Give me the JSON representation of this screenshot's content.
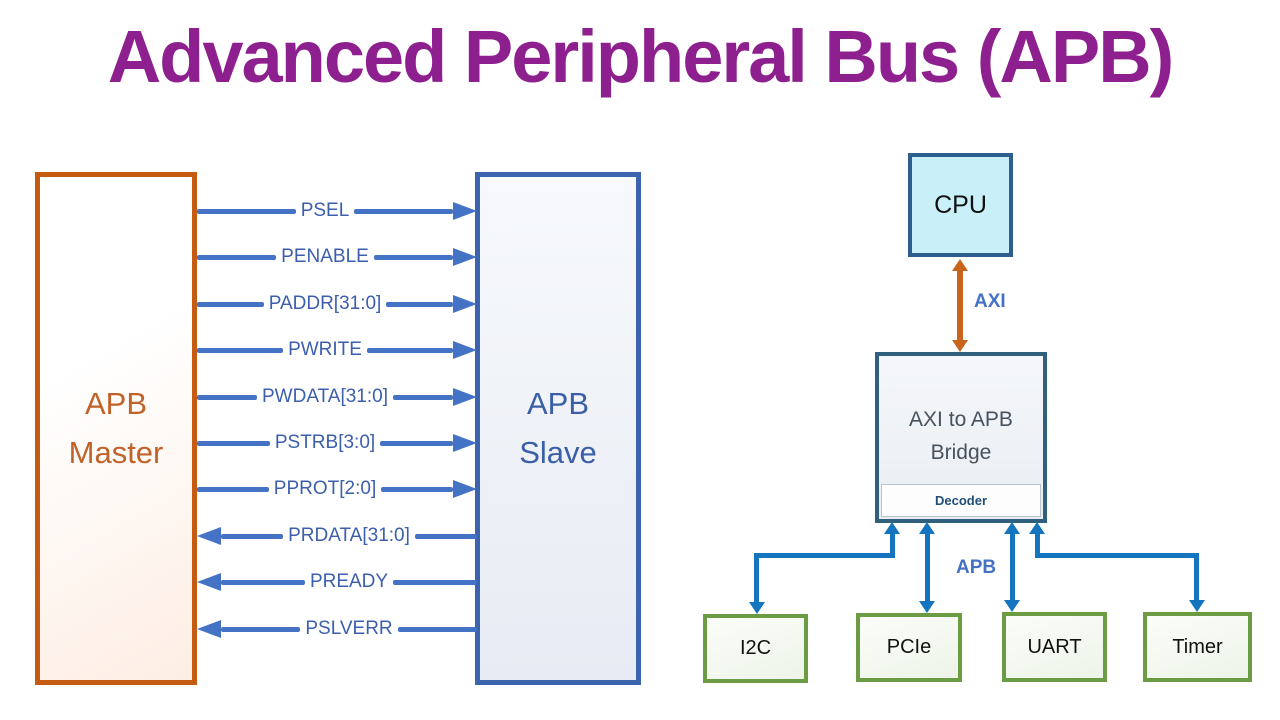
{
  "title": "Advanced Peripheral Bus (APB)",
  "colors": {
    "title_purple": "#8e1f8e",
    "master_orange": "#c55a11",
    "signal_blue": "#4472c4",
    "slave_blue": "#3b63ae",
    "soc_connector_blue": "#1475be",
    "axi_arrow_orange": "#c8641c",
    "cpu_fill_cyan": "#c9f0f8",
    "peripheral_green": "#6b9c43"
  },
  "apb_channel": {
    "master_label": "APB\nMaster",
    "slave_label": "APB\nSlave",
    "signals": [
      {
        "label": "PSEL",
        "direction": "right"
      },
      {
        "label": "PENABLE",
        "direction": "right"
      },
      {
        "label": "PADDR[31:0]",
        "direction": "right"
      },
      {
        "label": "PWRITE",
        "direction": "right"
      },
      {
        "label": "PWDATA[31:0]",
        "direction": "right"
      },
      {
        "label": "PSTRB[3:0]",
        "direction": "right"
      },
      {
        "label": "PPROT[2:0]",
        "direction": "right"
      },
      {
        "label": "PRDATA[31:0]",
        "direction": "left"
      },
      {
        "label": "PREADY",
        "direction": "left"
      },
      {
        "label": "PSLVERR",
        "direction": "left"
      }
    ]
  },
  "soc": {
    "cpu_label": "CPU",
    "axi_bus_label": "AXI",
    "bridge_label": "AXI to APB\nBridge",
    "decoder_label": "Decoder",
    "apb_bus_label": "APB",
    "peripherals": [
      {
        "label": "I2C"
      },
      {
        "label": "PCIe"
      },
      {
        "label": "UART"
      },
      {
        "label": "Timer"
      }
    ]
  }
}
